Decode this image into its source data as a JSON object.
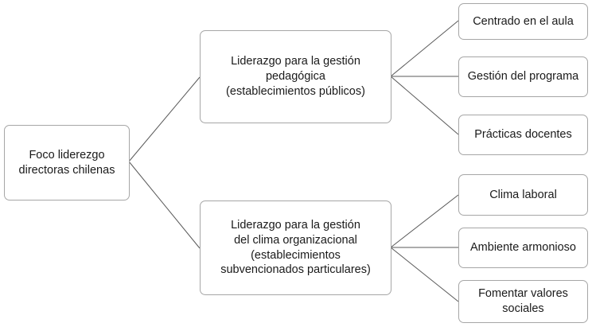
{
  "diagram": {
    "title_text": "Foco liderezgo directoras chilenas",
    "type": "tree-diagram",
    "colors": {
      "box_border": "#a6a6a6",
      "box_fill": "#ffffff",
      "connector": "#595959",
      "text": "#1a1a1a",
      "background": "#ffffff"
    },
    "root": {
      "label": "Foco liderezgo\ndirectoras chilenas"
    },
    "branches": [
      {
        "label": "Liderazgo para la gestión\npedagógica\n(establecimientos públicos)",
        "leaves": [
          {
            "label": "Centrado en el aula"
          },
          {
            "label": "Gestión del programa"
          },
          {
            "label": "Prácticas docentes"
          }
        ]
      },
      {
        "label": "Liderazgo para la gestión\ndel clima organizacional\n(establecimientos\nsubvencionados particulares)",
        "leaves": [
          {
            "label": "Clima laboral"
          },
          {
            "label": "Ambiente armonioso"
          },
          {
            "label": "Fomentar valores\nsociales"
          }
        ]
      }
    ]
  }
}
